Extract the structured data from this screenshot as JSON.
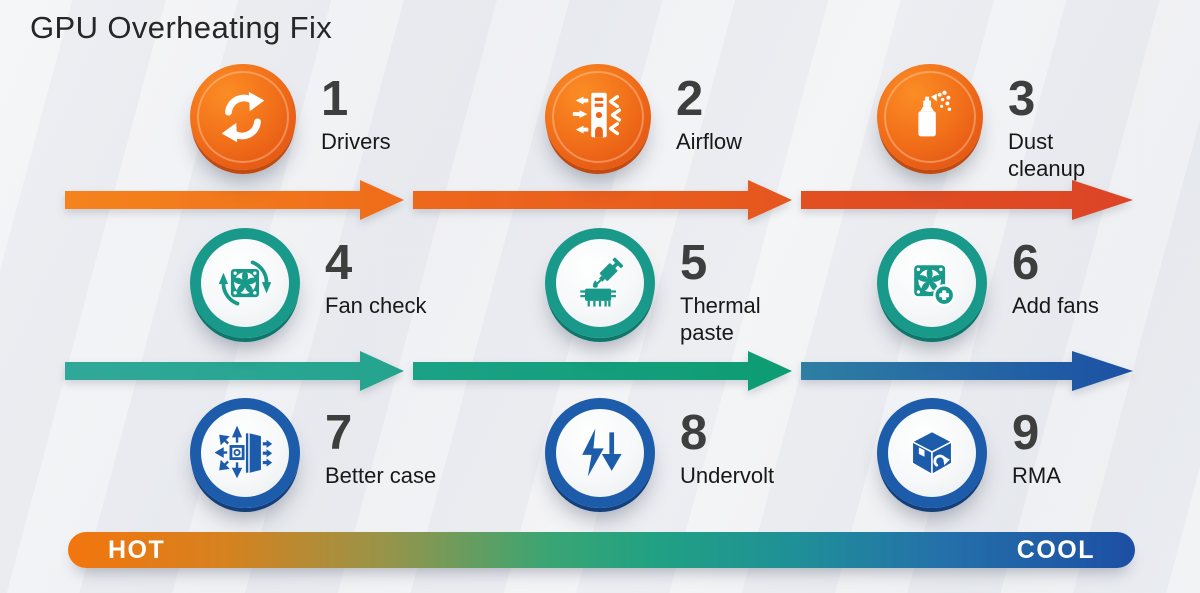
{
  "title": "GPU Overheating Fix",
  "steps": [
    {
      "num": "1",
      "label": "Drivers",
      "icon": "refresh-icon"
    },
    {
      "num": "2",
      "label": "Airflow",
      "icon": "pc-airflow-icon"
    },
    {
      "num": "3",
      "label": "Dust cleanup",
      "icon": "spray-can-icon"
    },
    {
      "num": "4",
      "label": "Fan check",
      "icon": "fan-rotate-icon"
    },
    {
      "num": "5",
      "label": "Thermal paste",
      "icon": "syringe-chip-icon"
    },
    {
      "num": "6",
      "label": "Add fans",
      "icon": "fan-plus-icon"
    },
    {
      "num": "7",
      "label": "Better case",
      "icon": "case-airflow-icon"
    },
    {
      "num": "8",
      "label": "Undervolt",
      "icon": "bolt-down-icon"
    },
    {
      "num": "9",
      "label": "RMA",
      "icon": "return-box-icon"
    }
  ],
  "scale": {
    "hot": "HOT",
    "cool": "COOL"
  },
  "colors": {
    "orange": "#ee6418",
    "orange_arrow_end": "#dc4526",
    "teal": "#18998a",
    "blue": "#1d5cab",
    "number_gray": "#3e3e3e",
    "background": "#edeff2"
  }
}
